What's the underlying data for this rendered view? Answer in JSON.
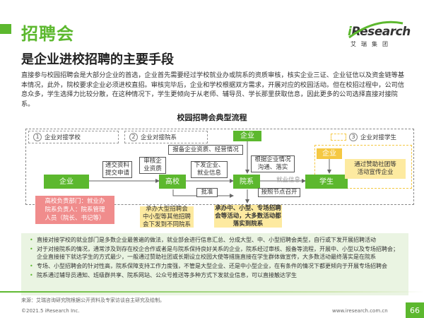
{
  "header": {
    "title": "招聘会",
    "subtitle": "是企业进校招聘的主要手段"
  },
  "logo": {
    "brand_i": "i",
    "brand_rest": "Research",
    "cn": "艾瑞集团"
  },
  "intro": "直接参与校园招聘会是大部分企业的首选，企业首先需要经过学校就业办或院系的资质审核，核实企业三证、企业征信以及资金链等基本情况，此外，院校要求企业必须进校直招。审核完毕后，企业和学校根据双方需求，开展对应的校园活动。但在校招过程中，公司信息众多，学生选择力比较分散，在这种情况下，学生更倾向于从老师、辅导员、学长那里获取信息，因此更多的公司选择直接对接院系。",
  "diagram": {
    "title": "校园招聘会典型流程",
    "legend": [
      {
        "num": "1",
        "label": "企业对接学校"
      },
      {
        "num": "2",
        "label": "企业对接院系"
      },
      {
        "num": "3",
        "label": "企业对接学生"
      }
    ],
    "nodes": {
      "enterprise_left": "企业",
      "school": "高校",
      "department": "院系",
      "student": "学生",
      "enterprise_top": "企业",
      "enterprise_right": "企业"
    },
    "labels": {
      "submit_material": "递交资料\n提交申请",
      "review": "审核企\n业资质",
      "issue_info": "下发企业、\n就业信息",
      "report": "报备企业资质、经营情况",
      "plan_activity": "根据企业情况\n沟通、落实",
      "employment_info": "就业信息",
      "approve": "批准",
      "schedule": "按照节点召开",
      "sponsor": "通过赞助社团等\n活动宣传企业",
      "school_responsible": "高校负责部门：就业办\n院系负责人：院系管理\n人员（院长、书记等）",
      "large_fair": "承办大型招聘会\n中小型等其他招聘\n会下发到不同院系",
      "mid_fair": "承办中、小型、专场招聘\n会等活动，大多数活动都\n落实到院系"
    }
  },
  "notes": [
    "直接对接学校的就业部门是多数企业最普遍的做法，就业部会进行信息汇总、分成大型、中、小型招聘会类型，自行或下发开展招聘活动",
    "对于对接院系的情况，通常涉及到存在校企合作或者是与院系保持良好关系的企业，院系经过审核、报备等流程，开展中、小型以及专场招聘会；企业直接接下就达学生的方式最少，一般通过赞助社团或长期设立校园大使等措施直接在学生群体做宣传，大多数活动最终落实是在院系",
    "专场、小型招聘会的针对性高，院系保障支持工作力度强，不管是大型企业、还是中小型企业，在有条件的情况下都更倾向于开展专场招聘会",
    "院系通过辅导员通知、班级群共享、院系网站、公众号推送等多种方式下发就业信息，可以直接触达学生"
  ],
  "source": "来源：艾瑞咨询研究院根据公开资料及专家访谈自主研究及绘制。",
  "footer": {
    "copyright": "©2021.5 iResearch Inc.",
    "url": "www.iresearch.com.cn",
    "page": "66"
  },
  "colors": {
    "brand_green": "#5cb82e",
    "accent_yellow": "#f5c842",
    "pink": "#f08c8c",
    "notes_bg": "#eaf4e2"
  }
}
